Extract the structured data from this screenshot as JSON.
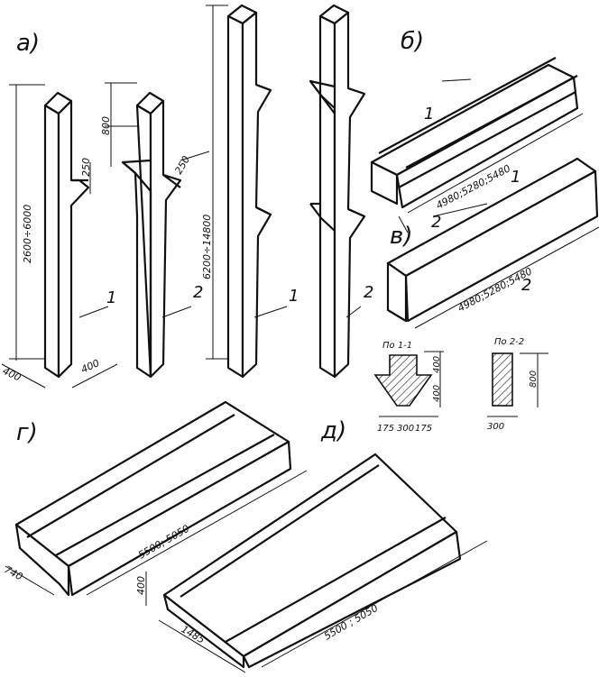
{
  "labels": {
    "a": "а)",
    "b": "б)",
    "v": "в)",
    "g": "г)",
    "d": "д)"
  },
  "columns": {
    "height_short": "2600÷6000",
    "height_tall": "6200÷14800",
    "dim_800": "800",
    "dim_250_a": "250",
    "dim_250_b": "250",
    "width_400_a": "400",
    "width_400_b": "400",
    "num_1a": "1",
    "num_2a": "2",
    "num_1b": "1",
    "num_2b": "2"
  },
  "beams": {
    "section_mark_1": "1",
    "section_mark_1b": "1",
    "section_mark_2": "2",
    "section_mark_2b": "2",
    "length_upper": "4980;5280;5480",
    "length_lower": "4980;5280;5480"
  },
  "sections": {
    "s1_title": "По 1-1",
    "s1_h1": "400",
    "s1_h2": "400",
    "s1_w1": "175",
    "s1_w2": "300",
    "s1_w3": "175",
    "s2_title": "По 2-2",
    "s2_h": "800",
    "s2_w": "300"
  },
  "slabs": {
    "g_length": "5500; 5050",
    "g_width": "740",
    "d_length": "5500 ; 5050",
    "d_height": "400",
    "d_width": "1485"
  }
}
